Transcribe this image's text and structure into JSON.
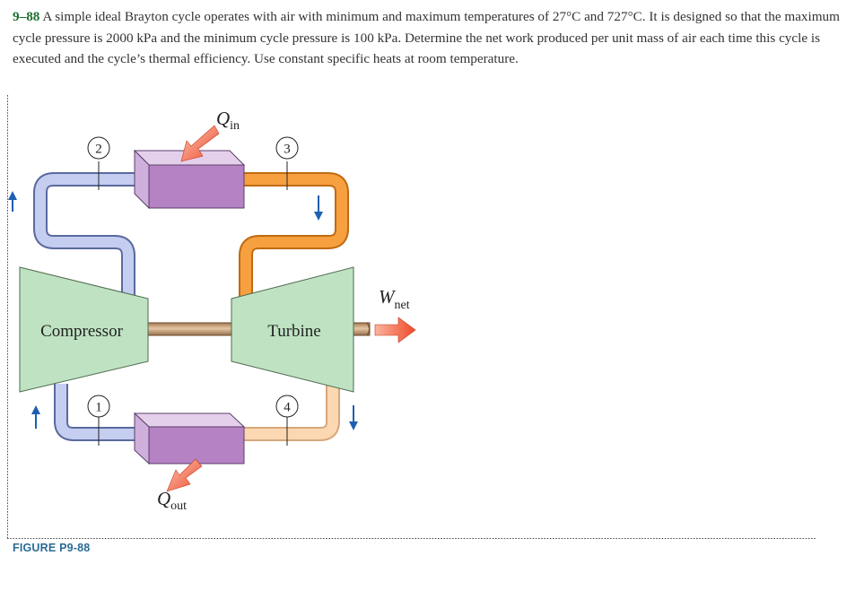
{
  "problem": {
    "number": "9–88",
    "text": " A simple ideal Brayton cycle operates with air with minimum and maximum temperatures of 27°C and 727°C. It is designed so that the maximum cycle pressure is 2000 kPa and the minimum cycle pressure is 100 kPa. Determine the net work produced per unit mass of air each time this cycle is executed and the cycle’s thermal efficiency. Use constant specific heats at room temperature."
  },
  "figure": {
    "caption": "FIGURE P9-88",
    "compressor_label": "Compressor",
    "turbine_label": "Turbine",
    "q_in": {
      "symbol": "Q",
      "subscript": "in"
    },
    "q_out": {
      "symbol": "Q",
      "subscript": "out"
    },
    "w_net": {
      "symbol": "W",
      "subscript": "net"
    },
    "states": [
      "1",
      "2",
      "3",
      "4"
    ],
    "colors": {
      "cold_pipe": "#c5cdf0",
      "hot_pipe": "#f7a040",
      "warm_pipe": "#fbd8b2",
      "machine_fill": "#bfe3c2",
      "exchanger_front": "#b582c4",
      "exchanger_top": "#e5d0ec",
      "shaft": "#c39a72",
      "heat_arrow": "#f05a3c",
      "flow_arrow": "#1f5fb0",
      "problem_number": "#1e6e2e",
      "caption": "#2a6b95"
    }
  }
}
